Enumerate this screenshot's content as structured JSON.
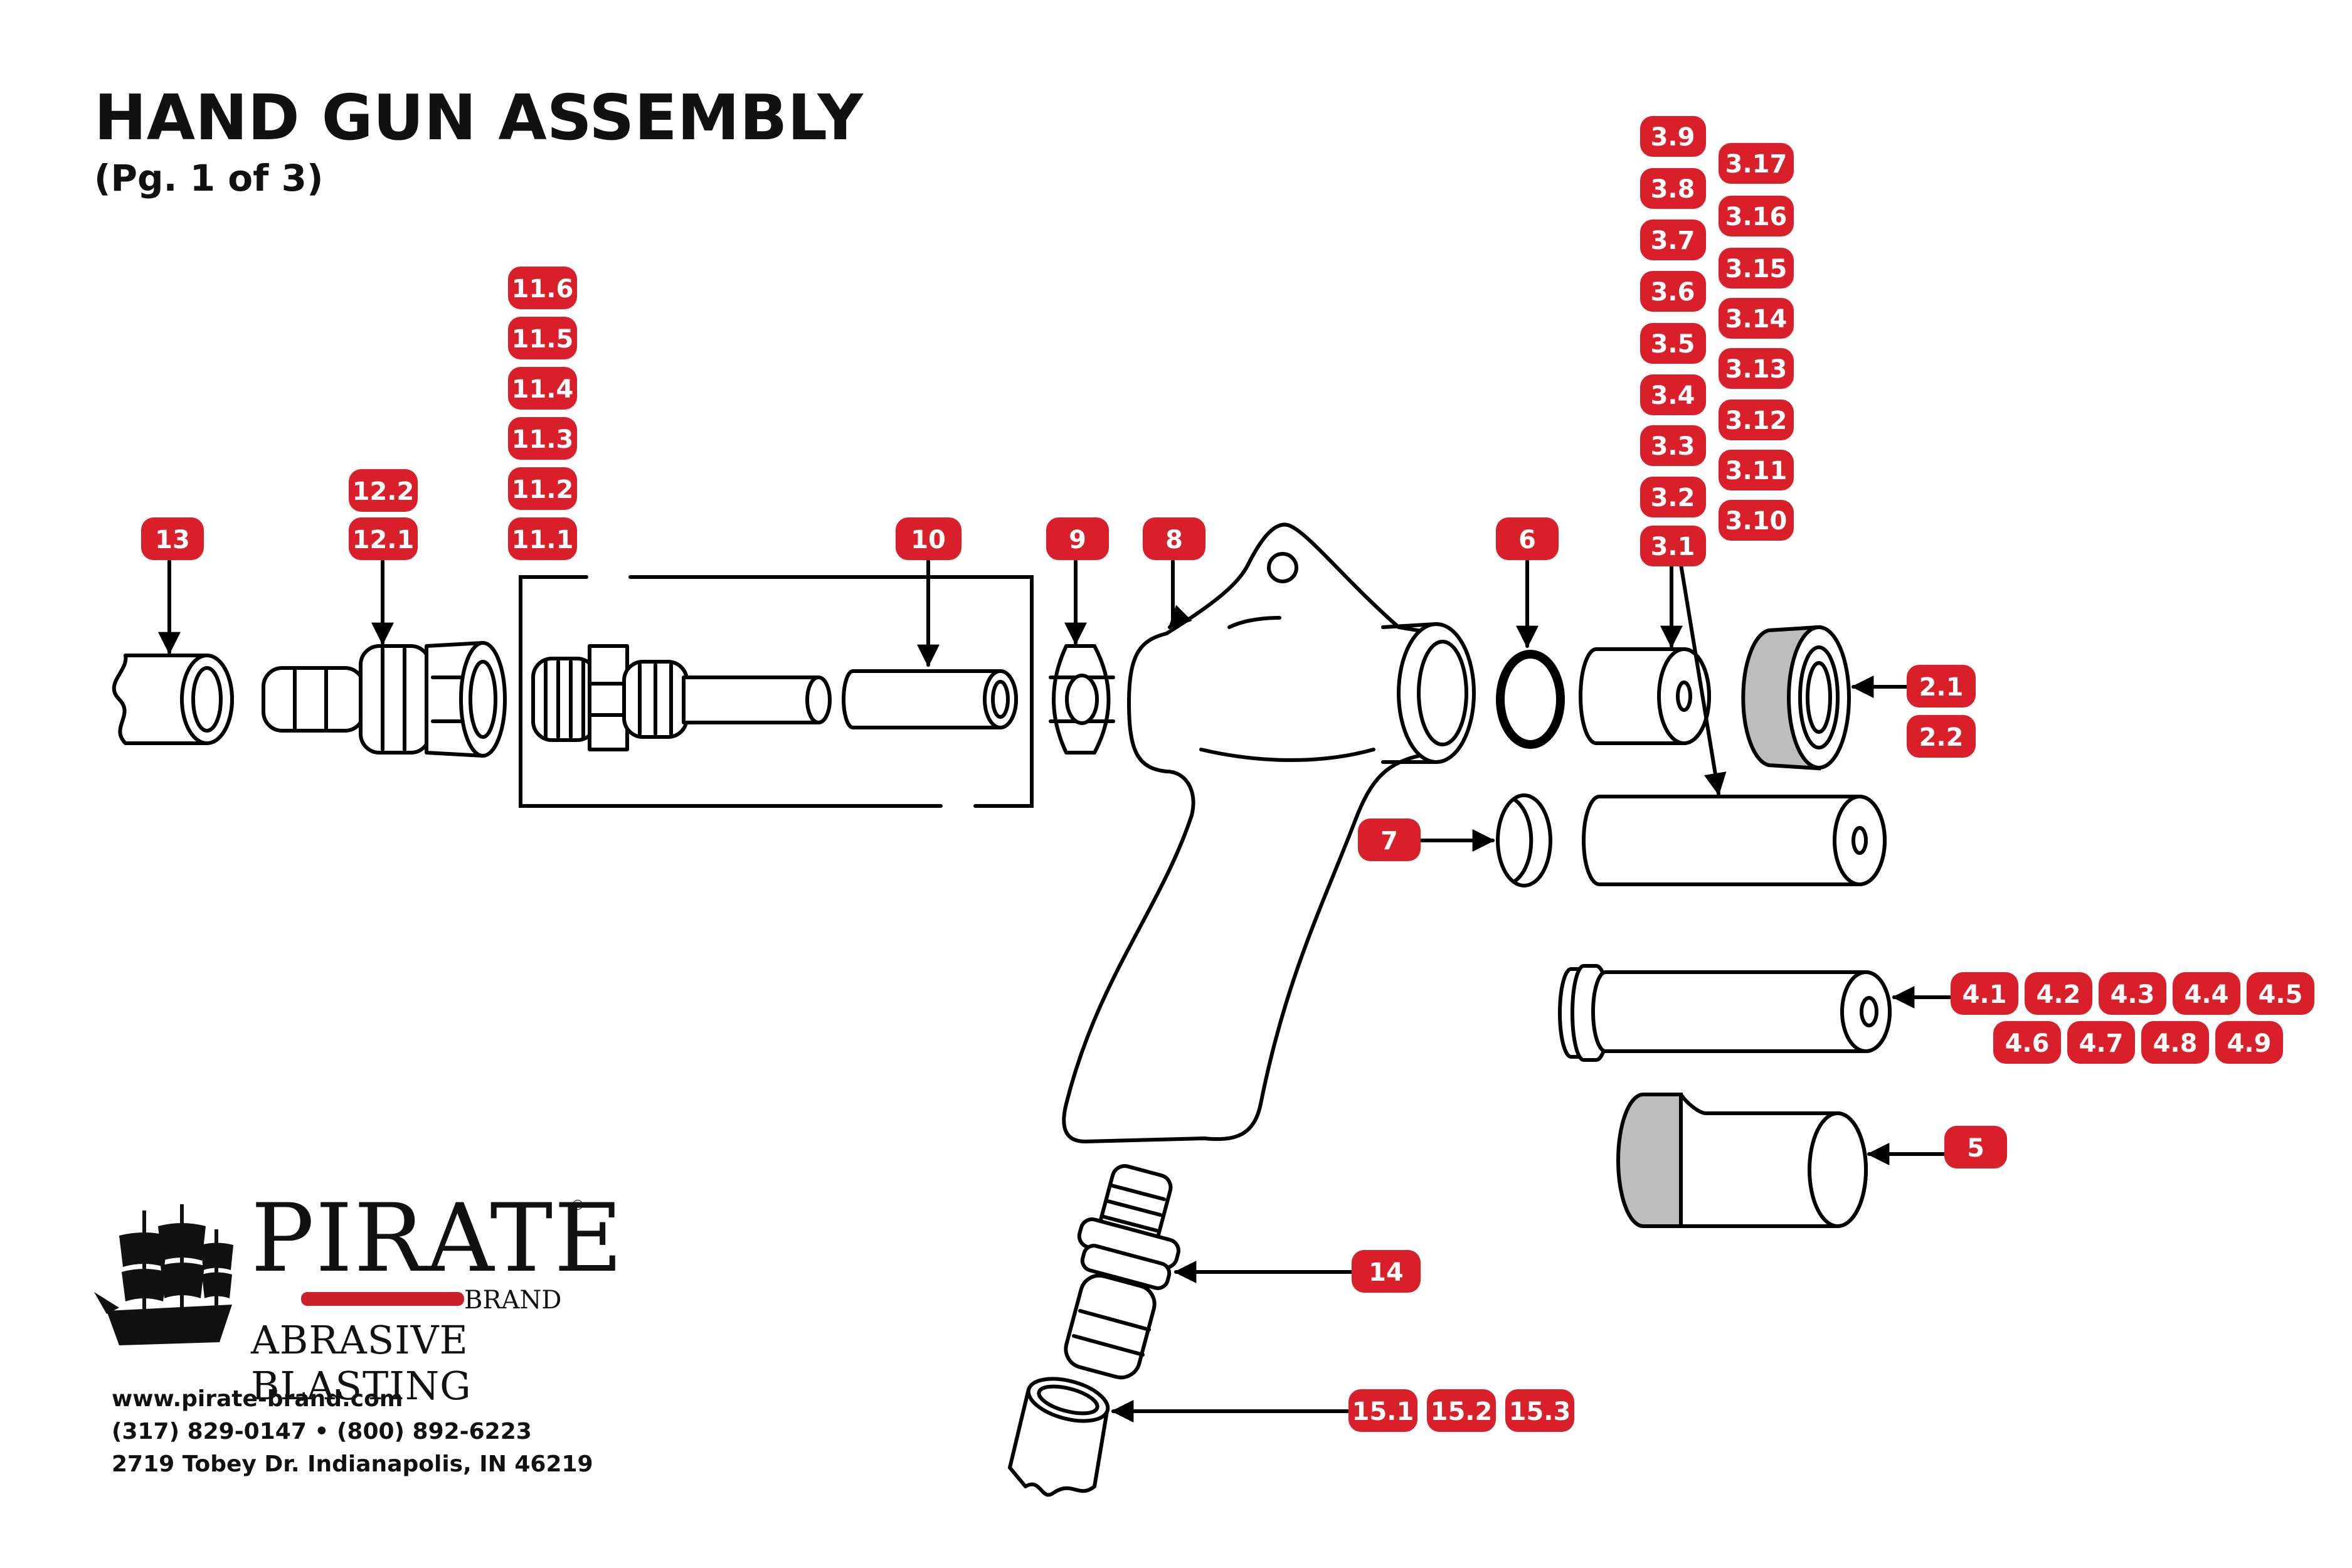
{
  "header": {
    "title": "HAND GUN ASSEMBLY",
    "subtitle": "(Pg. 1 of 3)"
  },
  "colors": {
    "tag_fill": "#d9202a",
    "tag_text": "#ffffff",
    "line": "#000000",
    "accent_grey": "#bdbdbd"
  },
  "callouts": {
    "p13": "13",
    "p12_1": "12.1",
    "p12_2": "12.2",
    "p11_1": "11.1",
    "p11_2": "11.2",
    "p11_3": "11.3",
    "p11_4": "11.4",
    "p11_5": "11.5",
    "p11_6": "11.6",
    "p10": "10",
    "p9": "9",
    "p8": "8",
    "p7": "7",
    "p6": "6",
    "p5": "5",
    "p3_1": "3.1",
    "p3_2": "3.2",
    "p3_3": "3.3",
    "p3_4": "3.4",
    "p3_5": "3.5",
    "p3_6": "3.6",
    "p3_7": "3.7",
    "p3_8": "3.8",
    "p3_9": "3.9",
    "p3_10": "3.10",
    "p3_11": "3.11",
    "p3_12": "3.12",
    "p3_13": "3.13",
    "p3_14": "3.14",
    "p3_15": "3.15",
    "p3_16": "3.16",
    "p3_17": "3.17",
    "p2_1": "2.1",
    "p2_2": "2.2",
    "p4_1": "4.1",
    "p4_2": "4.2",
    "p4_3": "4.3",
    "p4_4": "4.4",
    "p4_5": "4.5",
    "p4_6": "4.6",
    "p4_7": "4.7",
    "p4_8": "4.8",
    "p4_9": "4.9",
    "p14": "14",
    "p15_1": "15.1",
    "p15_2": "15.2",
    "p15_3": "15.3"
  },
  "brand": {
    "name": "PIRATE",
    "registered": "®",
    "sub": "BRAND",
    "tagline": "ABRASIVE BLASTING",
    "logo_icon": "pirate-ship-icon"
  },
  "contact": {
    "website": "www.pirate-brand.com",
    "phones": "(317) 829-0147 • (800) 892-6223",
    "address": "2719 Tobey Dr. Indianapolis, IN 46219"
  }
}
